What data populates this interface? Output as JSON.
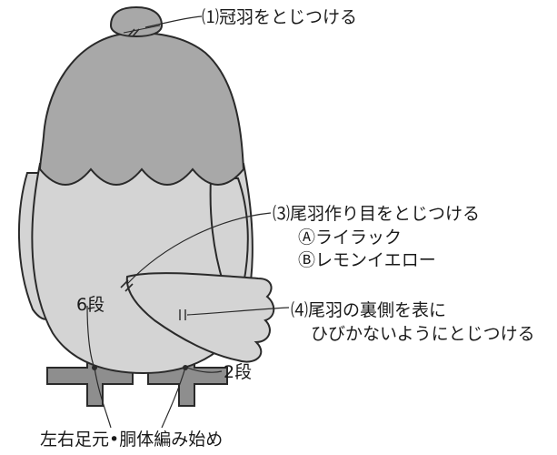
{
  "colors": {
    "outline": "#2a2a2a",
    "body_fill": "#d4d4d4",
    "hood_fill": "#a8a8a8",
    "feet_fill": "#8e8e8e",
    "background": "#ffffff"
  },
  "labels": {
    "step1": "⑴冠羽をとじつける",
    "step3": "⑶尾羽作り目をとじつける",
    "step3_a": "Ⓐライラック",
    "step3_b": "Ⓑレモンイエロー",
    "step4_line1": "⑷尾羽の裏側を表に",
    "step4_line2": "ひびかないようにとじつける",
    "rows_6": "6段",
    "rows_2": "2段",
    "bottom_caption": "左右足元•胴体編み始め"
  }
}
